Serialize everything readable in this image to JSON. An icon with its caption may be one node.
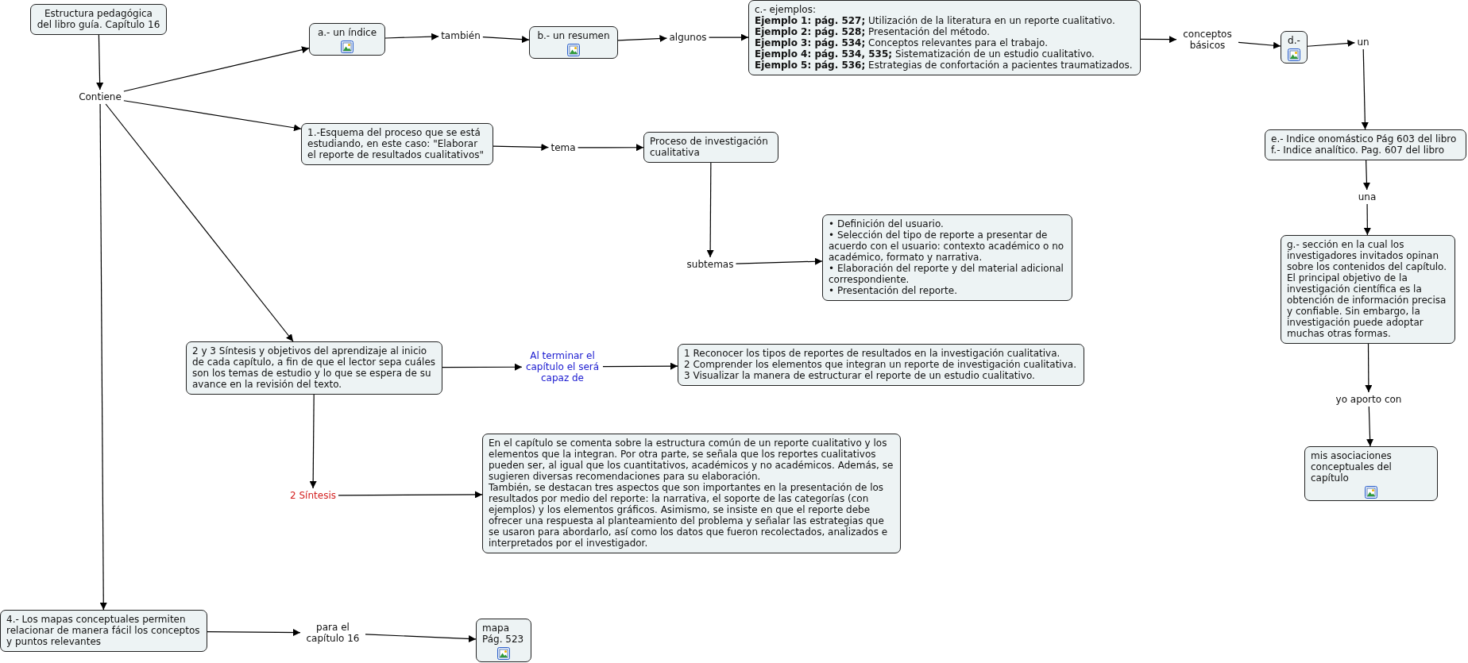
{
  "diagram": {
    "nodes": [
      {
        "text": [
          "Estructura pedagógica del libro guía. Capítulo 16"
        ]
      },
      {
        "text": [
          "Contiene"
        ]
      },
      {
        "text": [
          "a.- un índice"
        ]
      },
      {
        "text": [
          "también"
        ]
      },
      {
        "text": [
          "b.- un resumen"
        ]
      },
      {
        "text": [
          "algunos"
        ]
      },
      {
        "text": [
          "c.- ejemplos:",
          "**Ejemplo 1: pág. 527;** Utilización de la literatura en un reporte cualitativo.",
          "**Ejemplo 2: pág. 528;** Presentación del método.",
          "**Ejemplo 3: pág. 534;** Conceptos relevantes para el trabajo.",
          "**Ejemplo 4: pág. 534, 535;** Sistematización de un estudio cualitativo.",
          "**Ejemplo 5: pág. 536;** Estrategias de confortación a pacientes traumatizados."
        ]
      },
      {
        "text": [
          "conceptos básicos"
        ]
      },
      {
        "text": [
          "d.-"
        ]
      },
      {
        "text": [
          "un"
        ]
      },
      {
        "text": [
          "e.- Indice onomástico Pág 603 del libro",
          "f.- Indice analítico. Pag. 607 del libro"
        ]
      },
      {
        "text": [
          "una"
        ]
      },
      {
        "text": [
          "g.- sección en la cual los investigadores invitados opinan sobre los contenidos del capítulo.",
          "El principal objetivo de la investigación científica es la obtención de información precisa y confiable. Sin embargo, la investigación puede adoptar muchas otras formas."
        ]
      },
      {
        "text": [
          "yo aporto con"
        ]
      },
      {
        "text": [
          "mis asociaciones conceptuales del capítulo"
        ]
      },
      {
        "text": [
          "1.-Esquema del proceso que se está estudiando, en este caso: \"Elaborar el reporte de resultados cualitativos\""
        ]
      },
      {
        "text": [
          "tema"
        ]
      },
      {
        "text": [
          "Proceso de investigación cualitativa"
        ]
      },
      {
        "text": [
          "subtemas"
        ]
      },
      {
        "text": [
          "• Definición del usuario.",
          "• Selección del tipo de reporte a presentar de acuerdo con el usuario: contexto académico o no académico, formato y narrativa.",
          "• Elaboración del reporte y del material adicional correspondiente.",
          "• Presentación del reporte."
        ]
      },
      {
        "text": [
          "2 y 3  Síntesis y objetivos del aprendizaje al inicio de cada capítulo, a fin de que el lector sepa cuáles son los temas de estudio y lo que se espera de su avance en la revisión del texto."
        ]
      },
      {
        "text": [
          "Al terminar el capítulo el será capaz de"
        ]
      },
      {
        "text": [
          "1 Reconocer los tipos de reportes de resultados en la investigación cualitativa.",
          "2 Comprender los elementos que integran un reporte de investigación cualitativa.",
          "3 Visualizar la manera de estructurar el reporte de un estudio cualitativo."
        ]
      },
      {
        "text": [
          "2 Síntesis"
        ]
      },
      {
        "text": [
          "En el capítulo se comenta sobre la estructura común de un reporte cualitativo y los elementos que la integran. Por otra parte, se señala que los reportes cualitativos pueden ser, al igual que los cuantitativos, académicos y no académicos. Además, se sugieren diversas recomendaciones para su elaboración.",
          "También, se destacan tres aspectos que son importantes en la presentación de los resultados por medio del reporte: la narrativa, el soporte de las categorías (con ejemplos) y los elementos gráficos. Asimismo, se insiste en que el reporte debe ofrecer una respuesta al planteamiento del problema y señalar las estrategias que se usaron para abordarlo, así como los datos que fueron recolectados, analizados e interpretados por el investigador."
        ]
      },
      {
        "text": [
          "4.- Los mapas conceptuales permiten relacionar de manera fácil los conceptos y puntos relevantes"
        ]
      },
      {
        "text": [
          "para el capítulo 16"
        ]
      },
      {
        "text": [
          "mapa Pág. 523"
        ]
      }
    ],
    "edges": [
      {
        "from": 0,
        "to": 1,
        "arrow": "to"
      },
      {
        "from": 1,
        "to": 2,
        "arrow": "to"
      },
      {
        "from": 2,
        "to": 3,
        "arrow": "to"
      },
      {
        "from": 3,
        "to": 4,
        "arrow": "to"
      },
      {
        "from": 4,
        "to": 5,
        "arrow": "to"
      },
      {
        "from": 5,
        "to": 6,
        "arrow": "to"
      },
      {
        "from": 6,
        "to": 7,
        "arrow": "to"
      },
      {
        "from": 7,
        "to": 8,
        "arrow": "to"
      },
      {
        "from": 8,
        "to": 9,
        "arrow": "to"
      },
      {
        "from": 9,
        "to": 10,
        "arrow": "to"
      },
      {
        "from": 10,
        "to": 11,
        "arrow": "to"
      },
      {
        "from": 11,
        "to": 12,
        "arrow": "to"
      },
      {
        "from": 12,
        "to": 13,
        "arrow": "to"
      },
      {
        "from": 13,
        "to": 14,
        "arrow": "to"
      },
      {
        "from": 1,
        "to": 15,
        "arrow": "to"
      },
      {
        "from": 15,
        "to": 16,
        "arrow": "to"
      },
      {
        "from": 16,
        "to": 17,
        "arrow": "to"
      },
      {
        "from": 17,
        "to": 18,
        "arrow": "to"
      },
      {
        "from": 18,
        "to": 19,
        "arrow": "to"
      },
      {
        "from": 1,
        "to": 20,
        "arrow": "to"
      },
      {
        "from": 20,
        "to": 21,
        "arrow": "to"
      },
      {
        "from": 21,
        "to": 22,
        "arrow": "to"
      },
      {
        "from": 20,
        "to": 23,
        "arrow": "to"
      },
      {
        "from": 23,
        "to": 24,
        "arrow": "to"
      },
      {
        "from": 1,
        "to": 25,
        "arrow": "to"
      },
      {
        "from": 25,
        "to": 26,
        "arrow": "to"
      },
      {
        "from": 26,
        "to": 27,
        "arrow": "to"
      }
    ]
  }
}
